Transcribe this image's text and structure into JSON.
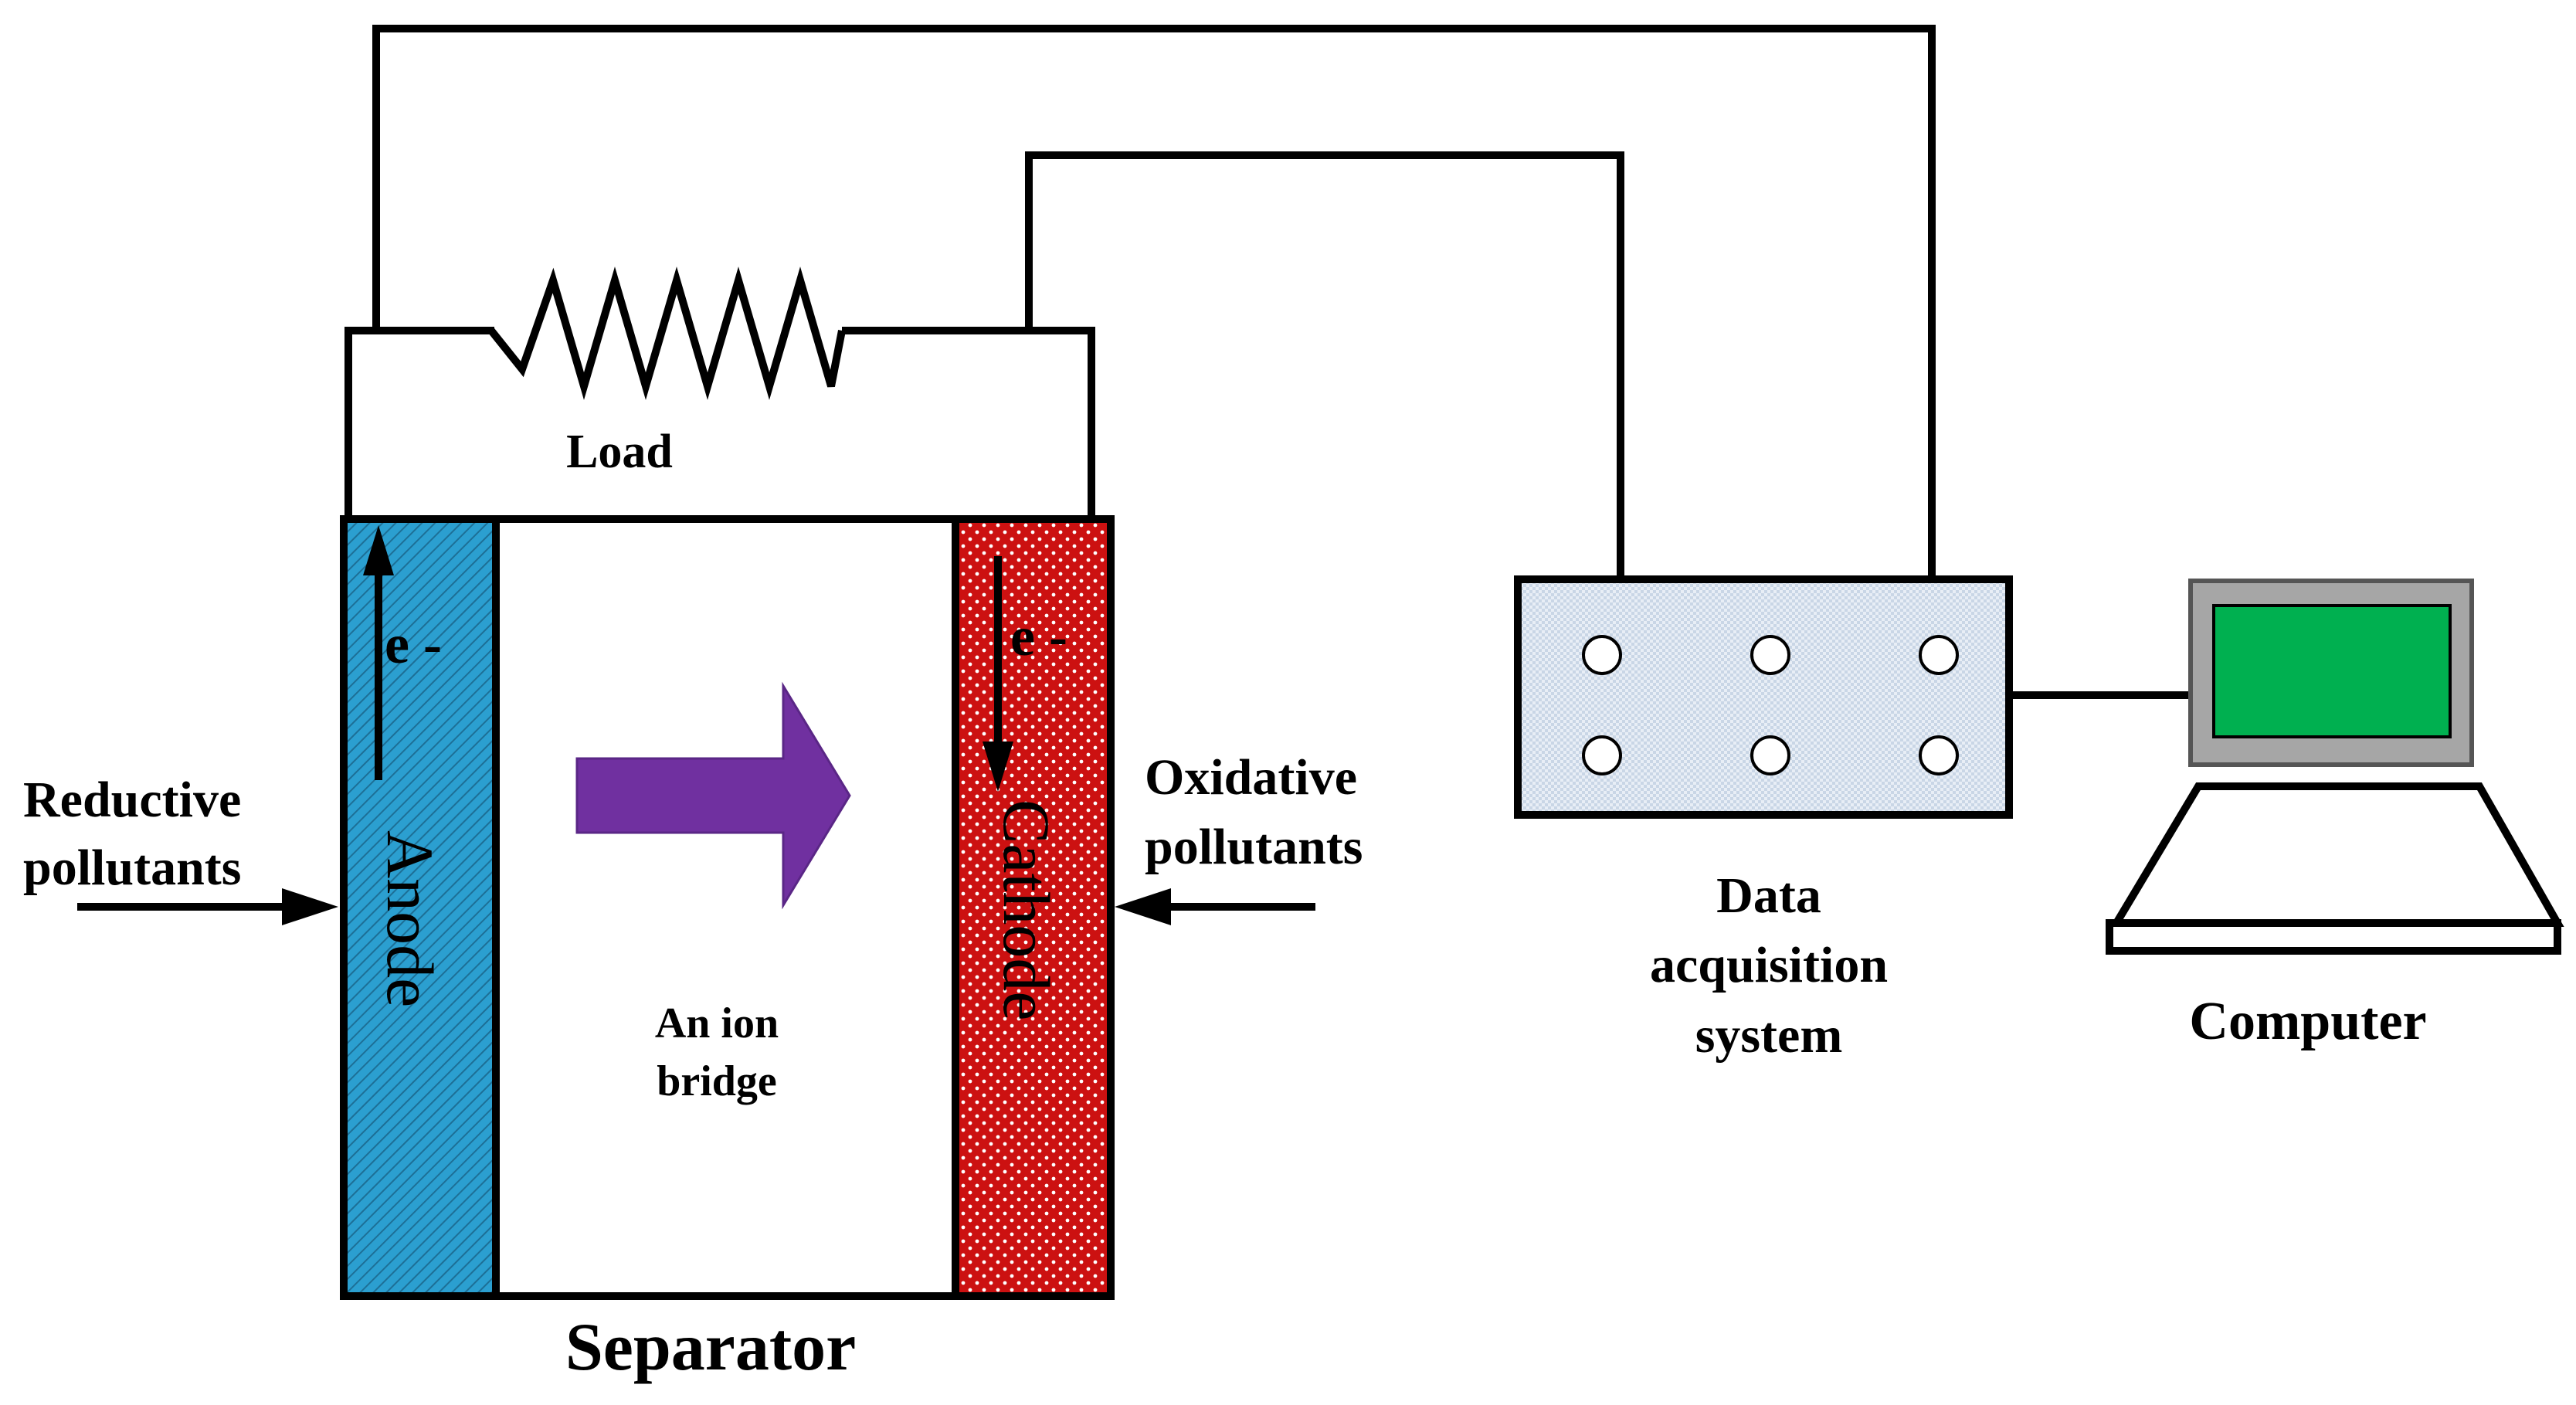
{
  "labels": {
    "load": "Load",
    "anode": "Anode",
    "cathode": "Cathode",
    "electron_anode": "e -",
    "electron_cathode": "e -",
    "ion_bridge_line1": "An ion",
    "ion_bridge_line2": "bridge",
    "separator": "Separator",
    "reductive_line1": "Reductive",
    "reductive_line2": "pollutants",
    "oxidative_line1": "Oxidative",
    "oxidative_line2": "pollutants",
    "daq_line1": "Data",
    "daq_line2": "acquisition",
    "daq_line3": "system",
    "computer": "Computer"
  },
  "colors": {
    "anode": "#2b9fd0",
    "cathode": "#cc1111",
    "ion_arrow": "#7030a0",
    "daq_fill": "#dce6f2",
    "monitor_frame": "#a6a6a6",
    "screen": "#00b050"
  },
  "icons": {
    "load": "resistor-icon",
    "computer": "laptop-icon",
    "daq": "daq-panel-icon"
  }
}
